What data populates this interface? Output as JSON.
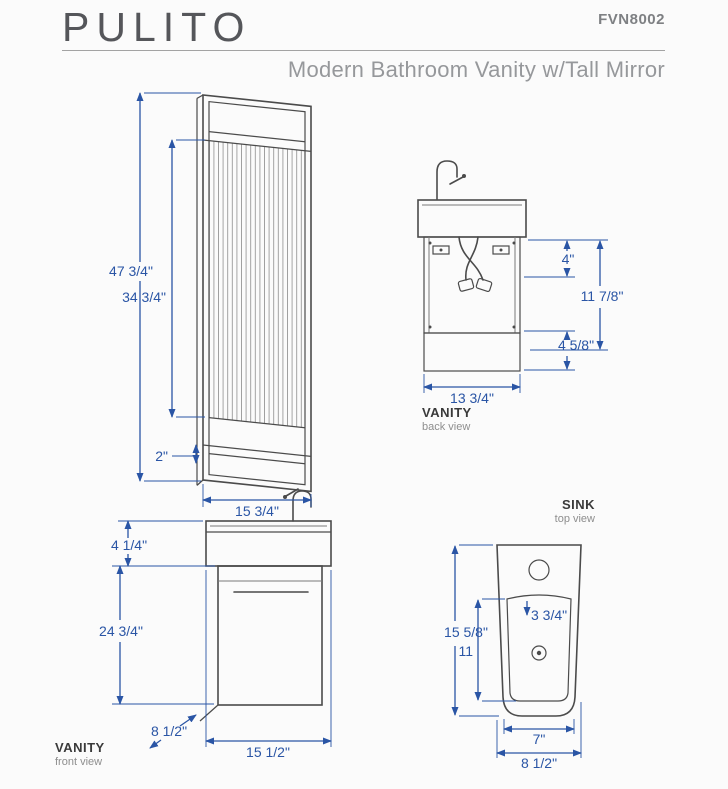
{
  "header": {
    "title": "PULITO",
    "model": "FVN8002",
    "subtitle": "Modern Bathroom Vanity w/Tall Mirror"
  },
  "views": {
    "front": {
      "label": "VANITY",
      "sublabel": "front view",
      "dims": {
        "overall_height": "47 3/4\"",
        "mirror_glass_height": "34 3/4\"",
        "shelf_height": "2\"",
        "mirror_width": "15 3/4\"",
        "sink_height": "4 1/4\"",
        "cabinet_height": "24 3/4\"",
        "depth": "8 1/2\"",
        "overall_width": "15 1/2\""
      }
    },
    "back": {
      "label": "VANITY",
      "sublabel": "back view",
      "dims": {
        "mount_offset": "4\"",
        "opening_height": "11 7/8\"",
        "base_height": "4 5/8\"",
        "back_width": "13 3/4\""
      }
    },
    "sink_top": {
      "label": "SINK",
      "sublabel": "top view",
      "dims": {
        "sink_length": "15 5/8\"",
        "basin_length": "11",
        "faucet_inset": "3 3/4\"",
        "basin_width": "7\"",
        "sink_width": "8 1/2\""
      }
    }
  },
  "colors": {
    "dimension_blue": "#2a55a5",
    "drawing_gray": "#4b4b4b",
    "title_gray": "#55565a"
  }
}
